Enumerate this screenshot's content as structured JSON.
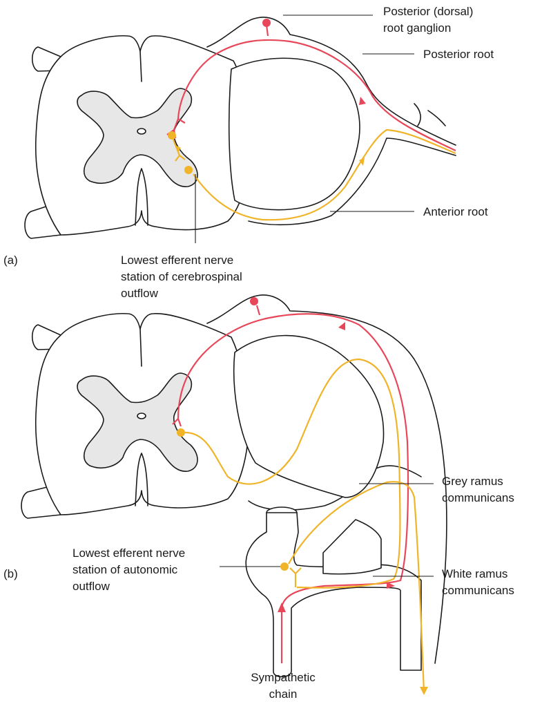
{
  "colors": {
    "afferent": "#e8475a",
    "efferent": "#f0b429",
    "outline": "#1a1a1a",
    "grey_matter": "#e7e7e7"
  },
  "panel_a": {
    "tag": "(a)",
    "labels": {
      "ganglion_line1": "Posterior (dorsal)",
      "ganglion_line2": "root ganglion",
      "posterior_root": "Posterior root",
      "anterior_root": "Anterior root",
      "station_line1": "Lowest efferent nerve",
      "station_line2": "station of cerebrospinal",
      "station_line3": "outflow"
    }
  },
  "panel_b": {
    "tag": "(b)",
    "labels": {
      "grey_line1": "Grey ramus",
      "grey_line2": "communicans",
      "white_line1": "White ramus",
      "white_line2": "communicans",
      "station_line1": "Lowest efferent nerve",
      "station_line2": "station of autonomic",
      "station_line3": "outflow",
      "chain_line1": "Sympathetic",
      "chain_line2": "chain"
    }
  }
}
